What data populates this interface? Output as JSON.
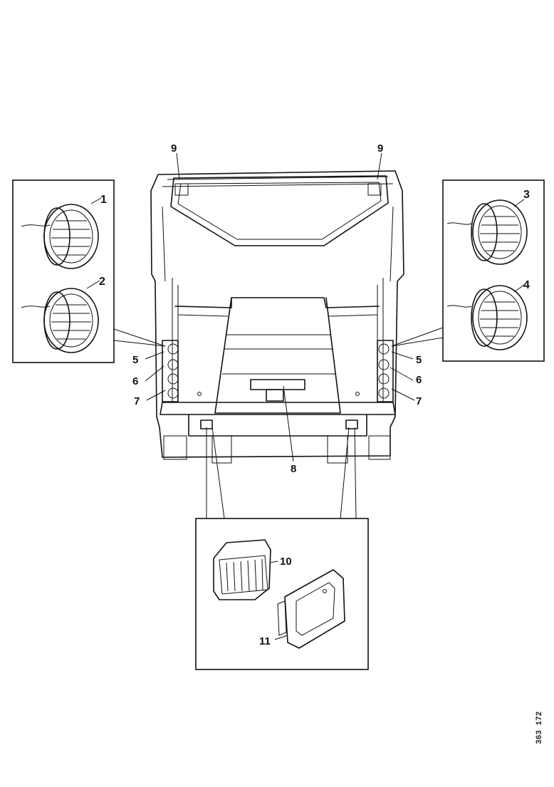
{
  "callouts": {
    "c1": "1",
    "c2": "2",
    "c3": "3",
    "c4": "4",
    "c5_left": "5",
    "c5_right": "5",
    "c6_left": "6",
    "c6_right": "6",
    "c7_left": "7",
    "c7_right": "7",
    "c8": "8",
    "c9_left": "9",
    "c9_right": "9",
    "c10": "10",
    "c11": "11"
  },
  "figure_code": "363 172"
}
